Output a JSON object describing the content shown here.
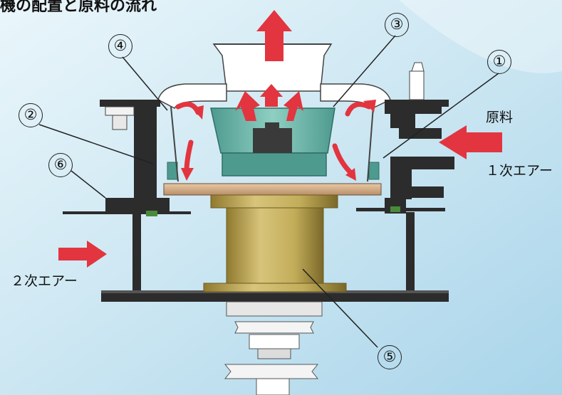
{
  "title": "機の配置と原料の流れ",
  "labels": {
    "raw_material": "原料",
    "primary_air": "１次エアー",
    "secondary_air": "２次エアー"
  },
  "markers": [
    "①",
    "②",
    "③",
    "④",
    "⑤",
    "⑥"
  ],
  "colors": {
    "arrow": "#e2353f",
    "shaft": "#b79f48",
    "frame": "#2a2a2a",
    "teal": "#6bb4a8",
    "background": "#cfe9f4"
  }
}
